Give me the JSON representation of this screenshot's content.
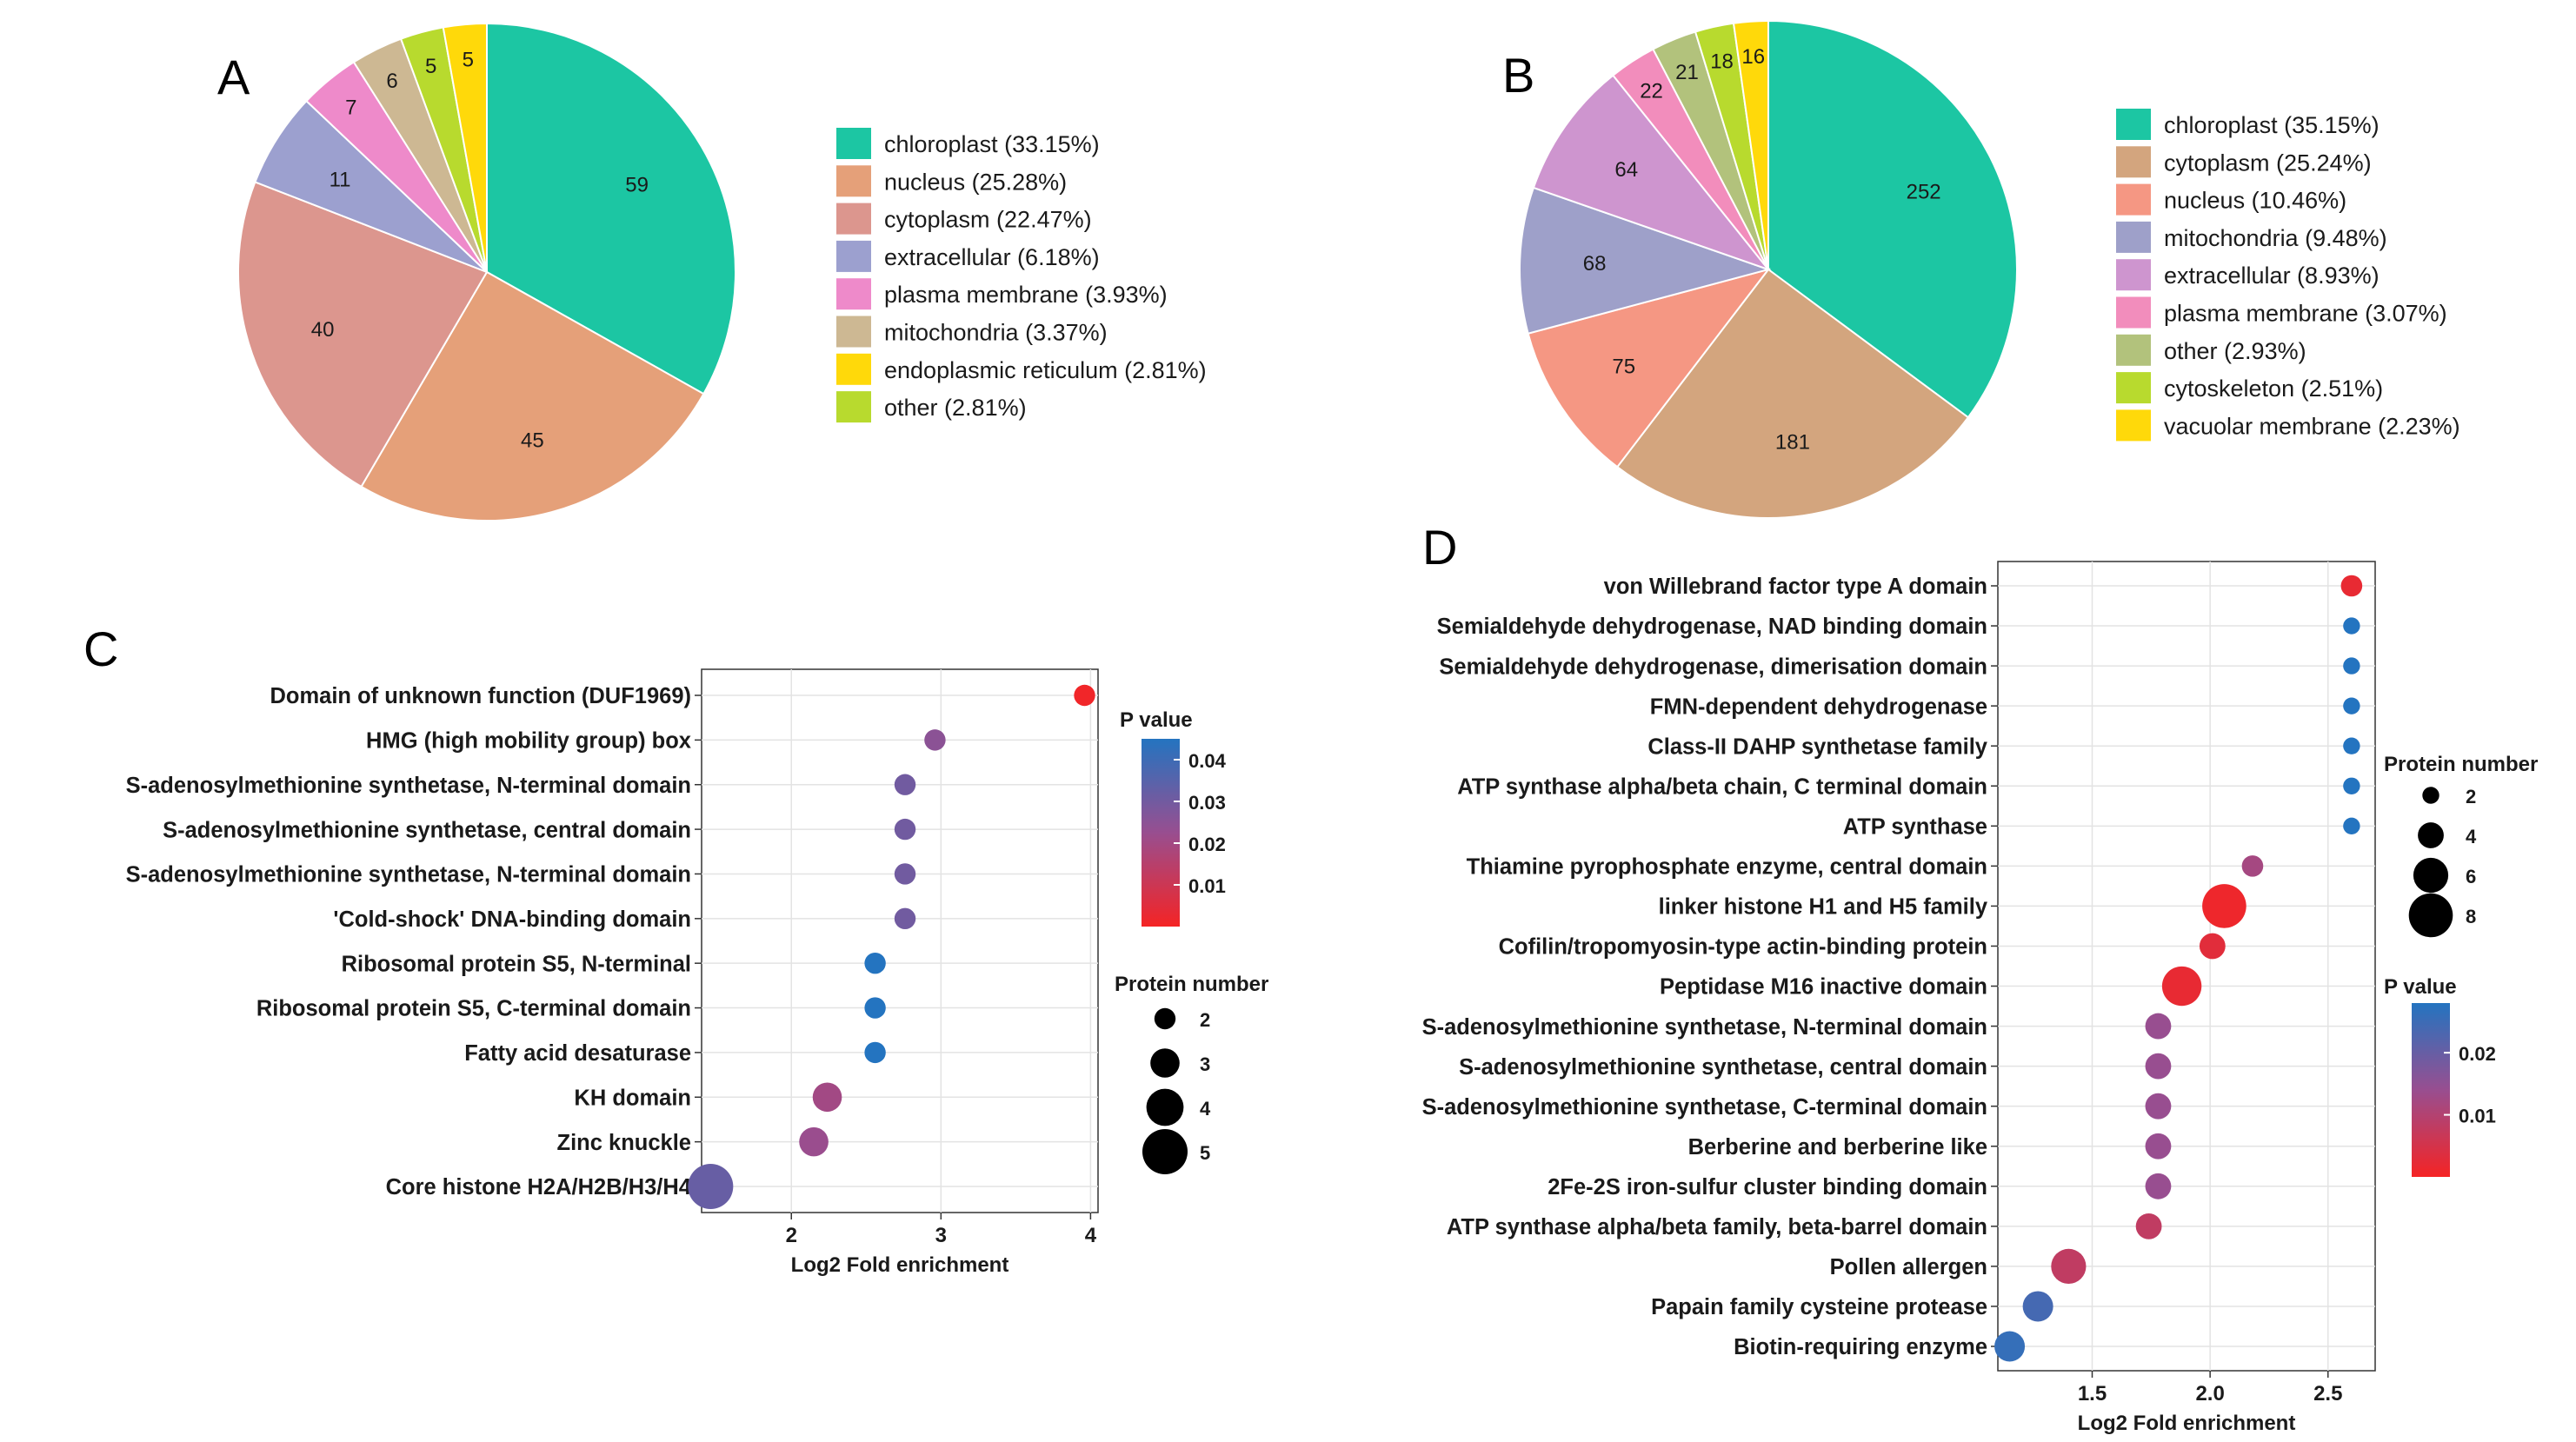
{
  "panels": {
    "A": "A",
    "B": "B",
    "C": "C",
    "D": "D"
  },
  "chart_data": [
    {
      "panel": "A",
      "type": "pie",
      "slices": [
        {
          "label": "59",
          "legend": "chloroplast (33.15%)",
          "value": 59,
          "color": "#1CC6A3"
        },
        {
          "label": "45",
          "legend": "nucleus (25.28%)",
          "value": 45,
          "color": "#E5A079"
        },
        {
          "label": "40",
          "legend": "cytoplasm (22.47%)",
          "value": 40,
          "color": "#DC968E"
        },
        {
          "label": "11",
          "legend": "extracellular (6.18%)",
          "value": 11,
          "color": "#9CA0CF"
        },
        {
          "label": "7",
          "legend": "plasma membrane (3.93%)",
          "value": 7,
          "color": "#EE8ACA"
        },
        {
          "label": "6",
          "legend": "mitochondria (3.37%)",
          "value": 6,
          "color": "#CDB893"
        },
        {
          "label": "5",
          "legend": "other (2.81%)",
          "value": 5,
          "color": "#B8DA2E"
        },
        {
          "label": "5",
          "legend": "endoplasmic reticulum (2.81%)",
          "value": 5,
          "color": "#FFD90A"
        }
      ],
      "legend_order": [
        0,
        1,
        2,
        3,
        4,
        5,
        7,
        6
      ]
    },
    {
      "panel": "B",
      "type": "pie",
      "slices": [
        {
          "label": "252",
          "legend": "chloroplast (35.15%)",
          "value": 252,
          "color": "#1CC6A3"
        },
        {
          "label": "181",
          "legend": "cytoplasm (25.24%)",
          "value": 181,
          "color": "#D3A57E"
        },
        {
          "label": "75",
          "legend": "nucleus (10.46%)",
          "value": 75,
          "color": "#F59783"
        },
        {
          "label": "68",
          "legend": "mitochondria (9.48%)",
          "value": 68,
          "color": "#9EA0C9"
        },
        {
          "label": "64",
          "legend": "extracellular (8.93%)",
          "value": 64,
          "color": "#CE95CF"
        },
        {
          "label": "22",
          "legend": "plasma membrane (3.07%)",
          "value": 22,
          "color": "#F28DBC"
        },
        {
          "label": "21",
          "legend": "other (2.93%)",
          "value": 21,
          "color": "#B2C27C"
        },
        {
          "label": "18",
          "legend": "cytoskeleton (2.51%)",
          "value": 18,
          "color": "#B8DA2E"
        },
        {
          "label": "16",
          "legend": "vacuolar membrane (2.23%)",
          "value": 16,
          "color": "#FFD90A"
        }
      ],
      "legend_order": [
        0,
        1,
        2,
        3,
        4,
        5,
        6,
        7,
        8
      ]
    },
    {
      "panel": "C",
      "type": "scatter",
      "xlabel": "Log2 Fold enrichment",
      "xlim": [
        1.4,
        4.05
      ],
      "xticks": [
        2,
        3,
        4
      ],
      "xtick_labels": [
        "2",
        "3",
        "4"
      ],
      "categories": [
        "Domain of unknown function (DUF1969)",
        "HMG (high mobility group) box",
        "S-adenosylmethionine synthetase, N-terminal domain",
        "S-adenosylmethionine synthetase, central domain",
        "S-adenosylmethionine synthetase, N-terminal domain",
        "'Cold-shock' DNA-binding domain",
        "Ribosomal protein S5, N-terminal",
        "Ribosomal protein S5, C-terminal domain",
        "Fatty acid desaturase",
        "KH domain",
        "Zinc knuckle",
        "Core histone H2A/H2B/H3/H4"
      ],
      "x": [
        3.96,
        2.96,
        2.76,
        2.76,
        2.76,
        2.76,
        2.56,
        2.56,
        2.56,
        2.24,
        2.15,
        1.46
      ],
      "size": [
        2,
        2,
        2,
        2,
        2,
        2,
        2,
        2,
        2,
        3,
        3,
        5
      ],
      "pvalue": [
        0.001,
        0.025,
        0.03,
        0.03,
        0.03,
        0.03,
        0.045,
        0.045,
        0.045,
        0.02,
        0.022,
        0.032
      ],
      "color_legend": {
        "title": "P value",
        "min": 0.0,
        "max": 0.045,
        "ticks": [
          0.01,
          0.02,
          0.03,
          0.04
        ],
        "tick_labels": [
          "0.01",
          "0.02",
          "0.03",
          "0.04"
        ],
        "low_color": "#F52424",
        "high_color": "#2474C0"
      },
      "size_legend": {
        "title": "Protein number",
        "values": [
          2,
          3,
          4,
          5
        ],
        "labels": [
          "2",
          "3",
          "4",
          "5"
        ]
      }
    },
    {
      "panel": "D",
      "type": "scatter",
      "xlabel": "Log2 Fold enrichment",
      "xlim": [
        1.1,
        2.7
      ],
      "xticks": [
        1.5,
        2.0,
        2.5
      ],
      "xtick_labels": [
        "1.5",
        "2.0",
        "2.5"
      ],
      "categories": [
        "von Willebrand factor type A domain",
        "Semialdehyde dehydrogenase, NAD binding domain",
        "Semialdehyde dehydrogenase, dimerisation domain",
        "FMN-dependent dehydrogenase",
        "Class-II DAHP synthetase family",
        "ATP synthase alpha/beta chain, C terminal domain",
        "ATP synthase",
        "Thiamine pyrophosphate enzyme, central domain",
        "linker histone H1 and H5 family",
        "Cofilin/tropomyosin-type actin-binding protein",
        "Peptidase M16 inactive domain",
        "S-adenosylmethionine synthetase, N-terminal domain",
        "S-adenosylmethionine synthetase, central domain",
        "S-adenosylmethionine synthetase, C-terminal domain",
        "Berberine and berberine like",
        "2Fe-2S iron-sulfur cluster binding domain",
        "ATP synthase alpha/beta family, beta-barrel domain",
        "Pollen allergen",
        "Papain family cysteine protease",
        "Biotin-requiring enzyme"
      ],
      "x": [
        2.6,
        2.6,
        2.6,
        2.6,
        2.6,
        2.6,
        2.6,
        2.18,
        2.06,
        2.01,
        1.88,
        1.78,
        1.78,
        1.78,
        1.78,
        1.78,
        1.74,
        1.4,
        1.27,
        1.15
      ],
      "size": [
        3,
        2,
        2,
        2,
        2,
        2,
        2,
        3,
        8,
        4,
        7,
        4,
        4,
        4,
        4,
        4,
        4,
        6,
        5,
        5
      ],
      "pvalue": [
        0.002,
        0.028,
        0.028,
        0.028,
        0.028,
        0.028,
        0.028,
        0.012,
        0.001,
        0.003,
        0.002,
        0.014,
        0.014,
        0.014,
        0.014,
        0.014,
        0.008,
        0.008,
        0.024,
        0.026
      ],
      "color_legend": {
        "title": "P value",
        "min": 0.0,
        "max": 0.028,
        "ticks": [
          0.01,
          0.02
        ],
        "tick_labels": [
          "0.01",
          "0.02"
        ],
        "low_color": "#F52424",
        "high_color": "#2474C0"
      },
      "size_legend": {
        "title": "Protein number",
        "values": [
          2,
          4,
          6,
          8
        ],
        "labels": [
          "2",
          "4",
          "6",
          "8"
        ]
      }
    }
  ]
}
